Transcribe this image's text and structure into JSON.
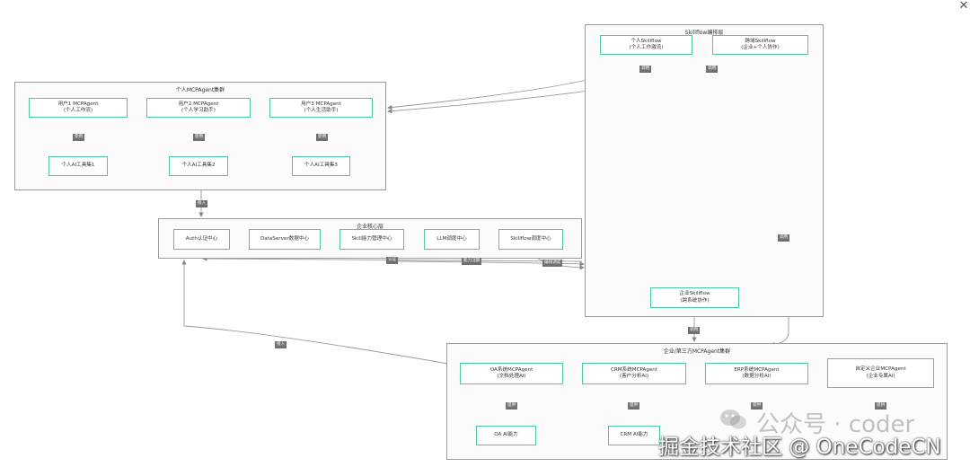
{
  "ui": {
    "close_glyph": "✕"
  },
  "clusters": {
    "skillflow": "Skillflow编排层",
    "personal": "个人MCPAgent集群",
    "core": "企业核心层",
    "enterprise": "企业/第三方MCPAgent集群"
  },
  "nodes": {
    "sf_personal": "个人Skillflow\\n(个人工作激流)",
    "sf_cross": "跨域Skillflow\\n(企业+个人协作)",
    "sf_enterprise": "企业Skillflow\\n(跨系统协作)",
    "user1": "用户1 MCPAgent\\n(个人工作流)",
    "user2": "用户2 MCPAgent\\n(个人学习助手)",
    "user3": "用户3 MCPAgent\\n(个人生活助手)",
    "tool1": "个人AI工具集1",
    "tool2": "个人AI工具集2",
    "tool3": "个人AI工具集3",
    "auth": "Auth认证中心",
    "dataserver": "DataServer数据中心",
    "skill_mgr": "Skill能力管理中心",
    "llm": "LLM调度中心",
    "skillflow_sched": "Skillflow调度中心",
    "oa": "OA系统MCPAgent\\n(文档处理AI)",
    "crm": "CRM系统MCPAgent\\n(客户分析AI)",
    "erp": "ERP系统MCPAgent\\n(数据分析AI)",
    "custom": "自定义企业MCPAgent\\n(企业专属AI)",
    "oa_ai": "OA AI能力",
    "crm_ai": "CRM AI能力"
  },
  "edge_labels": {
    "e_sfp": "调用",
    "e_sfc": "调用",
    "e_u1": "使用",
    "e_u2": "使用",
    "e_u3": "使用",
    "e_pc": "接入",
    "e_core_a": "认证",
    "e_core_b": "能力注册",
    "e_core_c": "编排调度",
    "e_cross_r": "调用",
    "e_sfe": "调用",
    "e_ent_up": "接入",
    "e_oa": "提供",
    "e_crm": "提供",
    "e_erp": "提供",
    "e_custom": "提供"
  },
  "watermark": {
    "line1": "公众号 · coder",
    "line2": "掘金技术社区 @ OneCodeCN"
  }
}
